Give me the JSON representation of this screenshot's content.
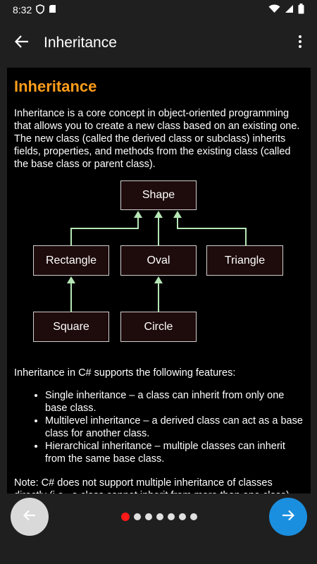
{
  "status_bar": {
    "time": "8:32"
  },
  "app_bar": {
    "title": "Inheritance"
  },
  "article": {
    "heading": "Inheritance",
    "intro": "Inheritance is a core concept in object-oriented programming that allows you to create a new class based on an existing one. The new class (called the derived class or subclass) inherits fields, properties, and methods from the existing class (called the base class or parent class).",
    "diagram": {
      "root": "Shape",
      "level2": [
        "Rectangle",
        "Oval",
        "Triangle"
      ],
      "level3": [
        "Square",
        "Circle"
      ]
    },
    "features_intro": "Inheritance in C# supports the following features:",
    "features": [
      "Single inheritance – a class can inherit from only one base class.",
      "Multilevel inheritance – a derived class can act as a base class for another class.",
      "Hierarchical inheritance – multiple classes can inherit from the same base class."
    ],
    "note": "Note: C# does not support multiple inheritance of classes directly (i.e., a class cannot inherit from more than one class). However, it can be achieved using interfaces."
  },
  "pager": {
    "total": 7,
    "current": 1
  },
  "colors": {
    "accent_heading": "#ff9d1a",
    "next_button": "#1a8fe0",
    "active_dot": "#ff1a1a",
    "arrow": "#b5e6b5"
  },
  "icons": {
    "back": "arrow-left-icon",
    "more": "more-vert-icon",
    "prev": "arrow-left-icon",
    "next": "arrow-right-icon"
  }
}
